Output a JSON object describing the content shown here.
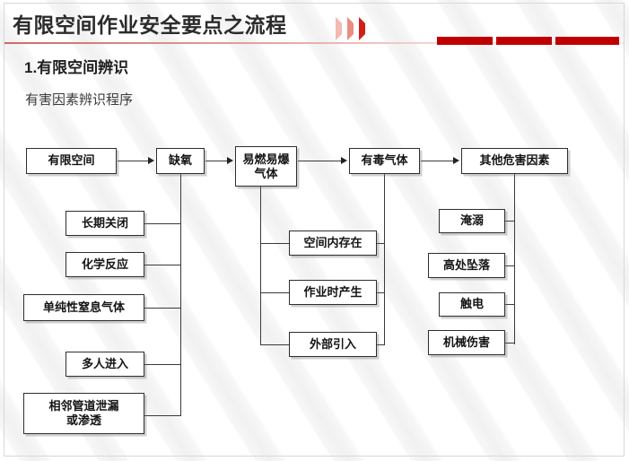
{
  "header": {
    "title": "有限空间作业安全要点之流程",
    "chevron_icon": "triple-chevron-right-icon",
    "accent_color": "#c00000",
    "rule_color": "#cf6a66"
  },
  "section": {
    "number_title": "1.有限空间辨识",
    "subtitle": "有害因素辨识程序"
  },
  "flow": {
    "main_chain": [
      {
        "id": "confined-space",
        "label": "有限空间"
      },
      {
        "id": "oxygen-deficiency",
        "label": "缺氧"
      },
      {
        "id": "flammable-explosive-gas",
        "label": "易燃易爆\n气体",
        "line1": "易燃易爆",
        "line2": "气体"
      },
      {
        "id": "toxic-gas",
        "label": "有毒气体"
      },
      {
        "id": "other-hazard-factors",
        "label": "其他危害因素"
      }
    ],
    "oxygen_deficiency_causes": [
      {
        "id": "long-term-closure",
        "label": "长期关闭"
      },
      {
        "id": "chemical-reaction",
        "label": "化学反应"
      },
      {
        "id": "simple-asphyxiant-gas",
        "label": "单纯性窒息气体"
      },
      {
        "id": "multiple-people-entry",
        "label": "多人进入"
      },
      {
        "id": "adjacent-pipe-leak",
        "label": "相邻管道泄漏\n或渗透",
        "line1": "相邻管道泄漏",
        "line2": "或渗透"
      }
    ],
    "gas_sources": [
      {
        "id": "existing-in-space",
        "label": "空间内存在"
      },
      {
        "id": "generated-during-work",
        "label": "作业时产生"
      },
      {
        "id": "introduced-externally",
        "label": "外部引入"
      }
    ],
    "other_hazards": [
      {
        "id": "drowning",
        "label": "淹溺"
      },
      {
        "id": "fall-from-height",
        "label": "高处坠落"
      },
      {
        "id": "electric-shock",
        "label": "触电"
      },
      {
        "id": "mechanical-injury",
        "label": "机械伤害"
      }
    ]
  }
}
